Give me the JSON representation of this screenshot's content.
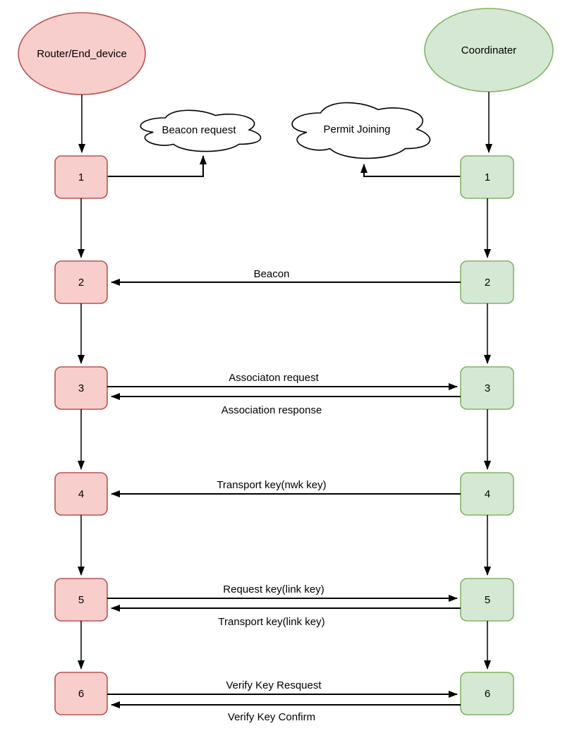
{
  "actors": {
    "left": {
      "label": "Router/End_device"
    },
    "right": {
      "label": "Coordinater"
    }
  },
  "clouds": {
    "beacon_request": {
      "label": "Beacon request"
    },
    "permit_joining": {
      "label": "Permit Joining"
    }
  },
  "nodes": {
    "left": [
      "1",
      "2",
      "3",
      "4",
      "5",
      "6"
    ],
    "right": [
      "1",
      "2",
      "3",
      "4",
      "5",
      "6"
    ]
  },
  "messages": [
    {
      "label": "Beacon",
      "from": "right",
      "to": "left",
      "row": 2
    },
    {
      "label": "Associaton request",
      "from": "left",
      "to": "right",
      "row": 3
    },
    {
      "label": "Association response",
      "from": "right",
      "to": "left",
      "row": 3
    },
    {
      "label": "Transport key(nwk key)",
      "from": "right",
      "to": "left",
      "row": 4
    },
    {
      "label": "Request key(link key)",
      "from": "left",
      "to": "right",
      "row": 5
    },
    {
      "label": "Transport key(link key)",
      "from": "right",
      "to": "left",
      "row": 5
    },
    {
      "label": "Verify Key Resquest",
      "from": "left",
      "to": "right",
      "row": 6
    },
    {
      "label": "Verify Key Confirm",
      "from": "right",
      "to": "left",
      "row": 6
    }
  ],
  "colors": {
    "left_fill": "#f8cecc",
    "left_stroke": "#b85450",
    "right_fill": "#d5e8d4",
    "right_stroke": "#82b366",
    "line": "#000000",
    "background": "#ffffff"
  }
}
